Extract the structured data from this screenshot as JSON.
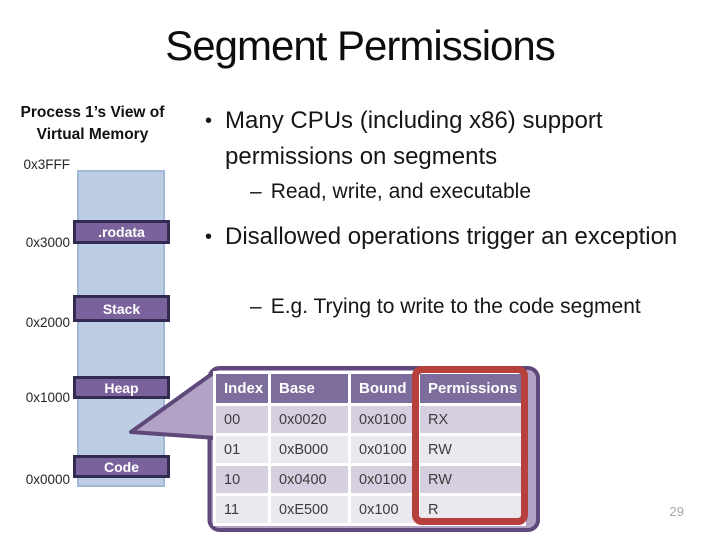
{
  "slide": {
    "title": "Segment Permissions",
    "page_number": "29"
  },
  "memory_diagram": {
    "heading": "Process 1’s View of Virtual Memory",
    "addresses": [
      "0x3FFF",
      "0x3000",
      "0x2000",
      "0x1000",
      "0x0000"
    ],
    "segments": [
      ".rodata",
      "Stack",
      "Heap",
      "Code"
    ]
  },
  "bullets": {
    "bullet_glyph": "•",
    "dash_glyph": "–",
    "bullet1": "Many CPUs (including x86) support permissions on segments",
    "sub1": "Read, write, and executable",
    "bullet2": "Disallowed operations trigger an exception",
    "sub2": "E.g. Trying to write to the code segment"
  },
  "segment_table": {
    "headers": [
      "Index",
      "Base",
      "Bound",
      "Permissions"
    ],
    "rows": [
      [
        "00",
        "0x0020",
        "0x0100",
        "RX"
      ],
      [
        "01",
        "0xB000",
        "0x0100",
        "RW"
      ],
      [
        "10",
        "0x0400",
        "0x0100",
        "RW"
      ],
      [
        "11",
        "0xE500",
        "0x100",
        "R"
      ]
    ]
  },
  "colors": {
    "memory_fill": "#bccde4",
    "memory_border": "#a3b8d6",
    "segment_fill": "#7a639c",
    "segment_border": "#332a52",
    "callout_fill": "#b2a2c6",
    "callout_border": "#5f497b",
    "table_header_bg": "#7d6d9c",
    "row_alt_dark": "#d5cfe0",
    "row_alt_light": "#ebe8f0",
    "highlight_red": "#b5403c"
  }
}
